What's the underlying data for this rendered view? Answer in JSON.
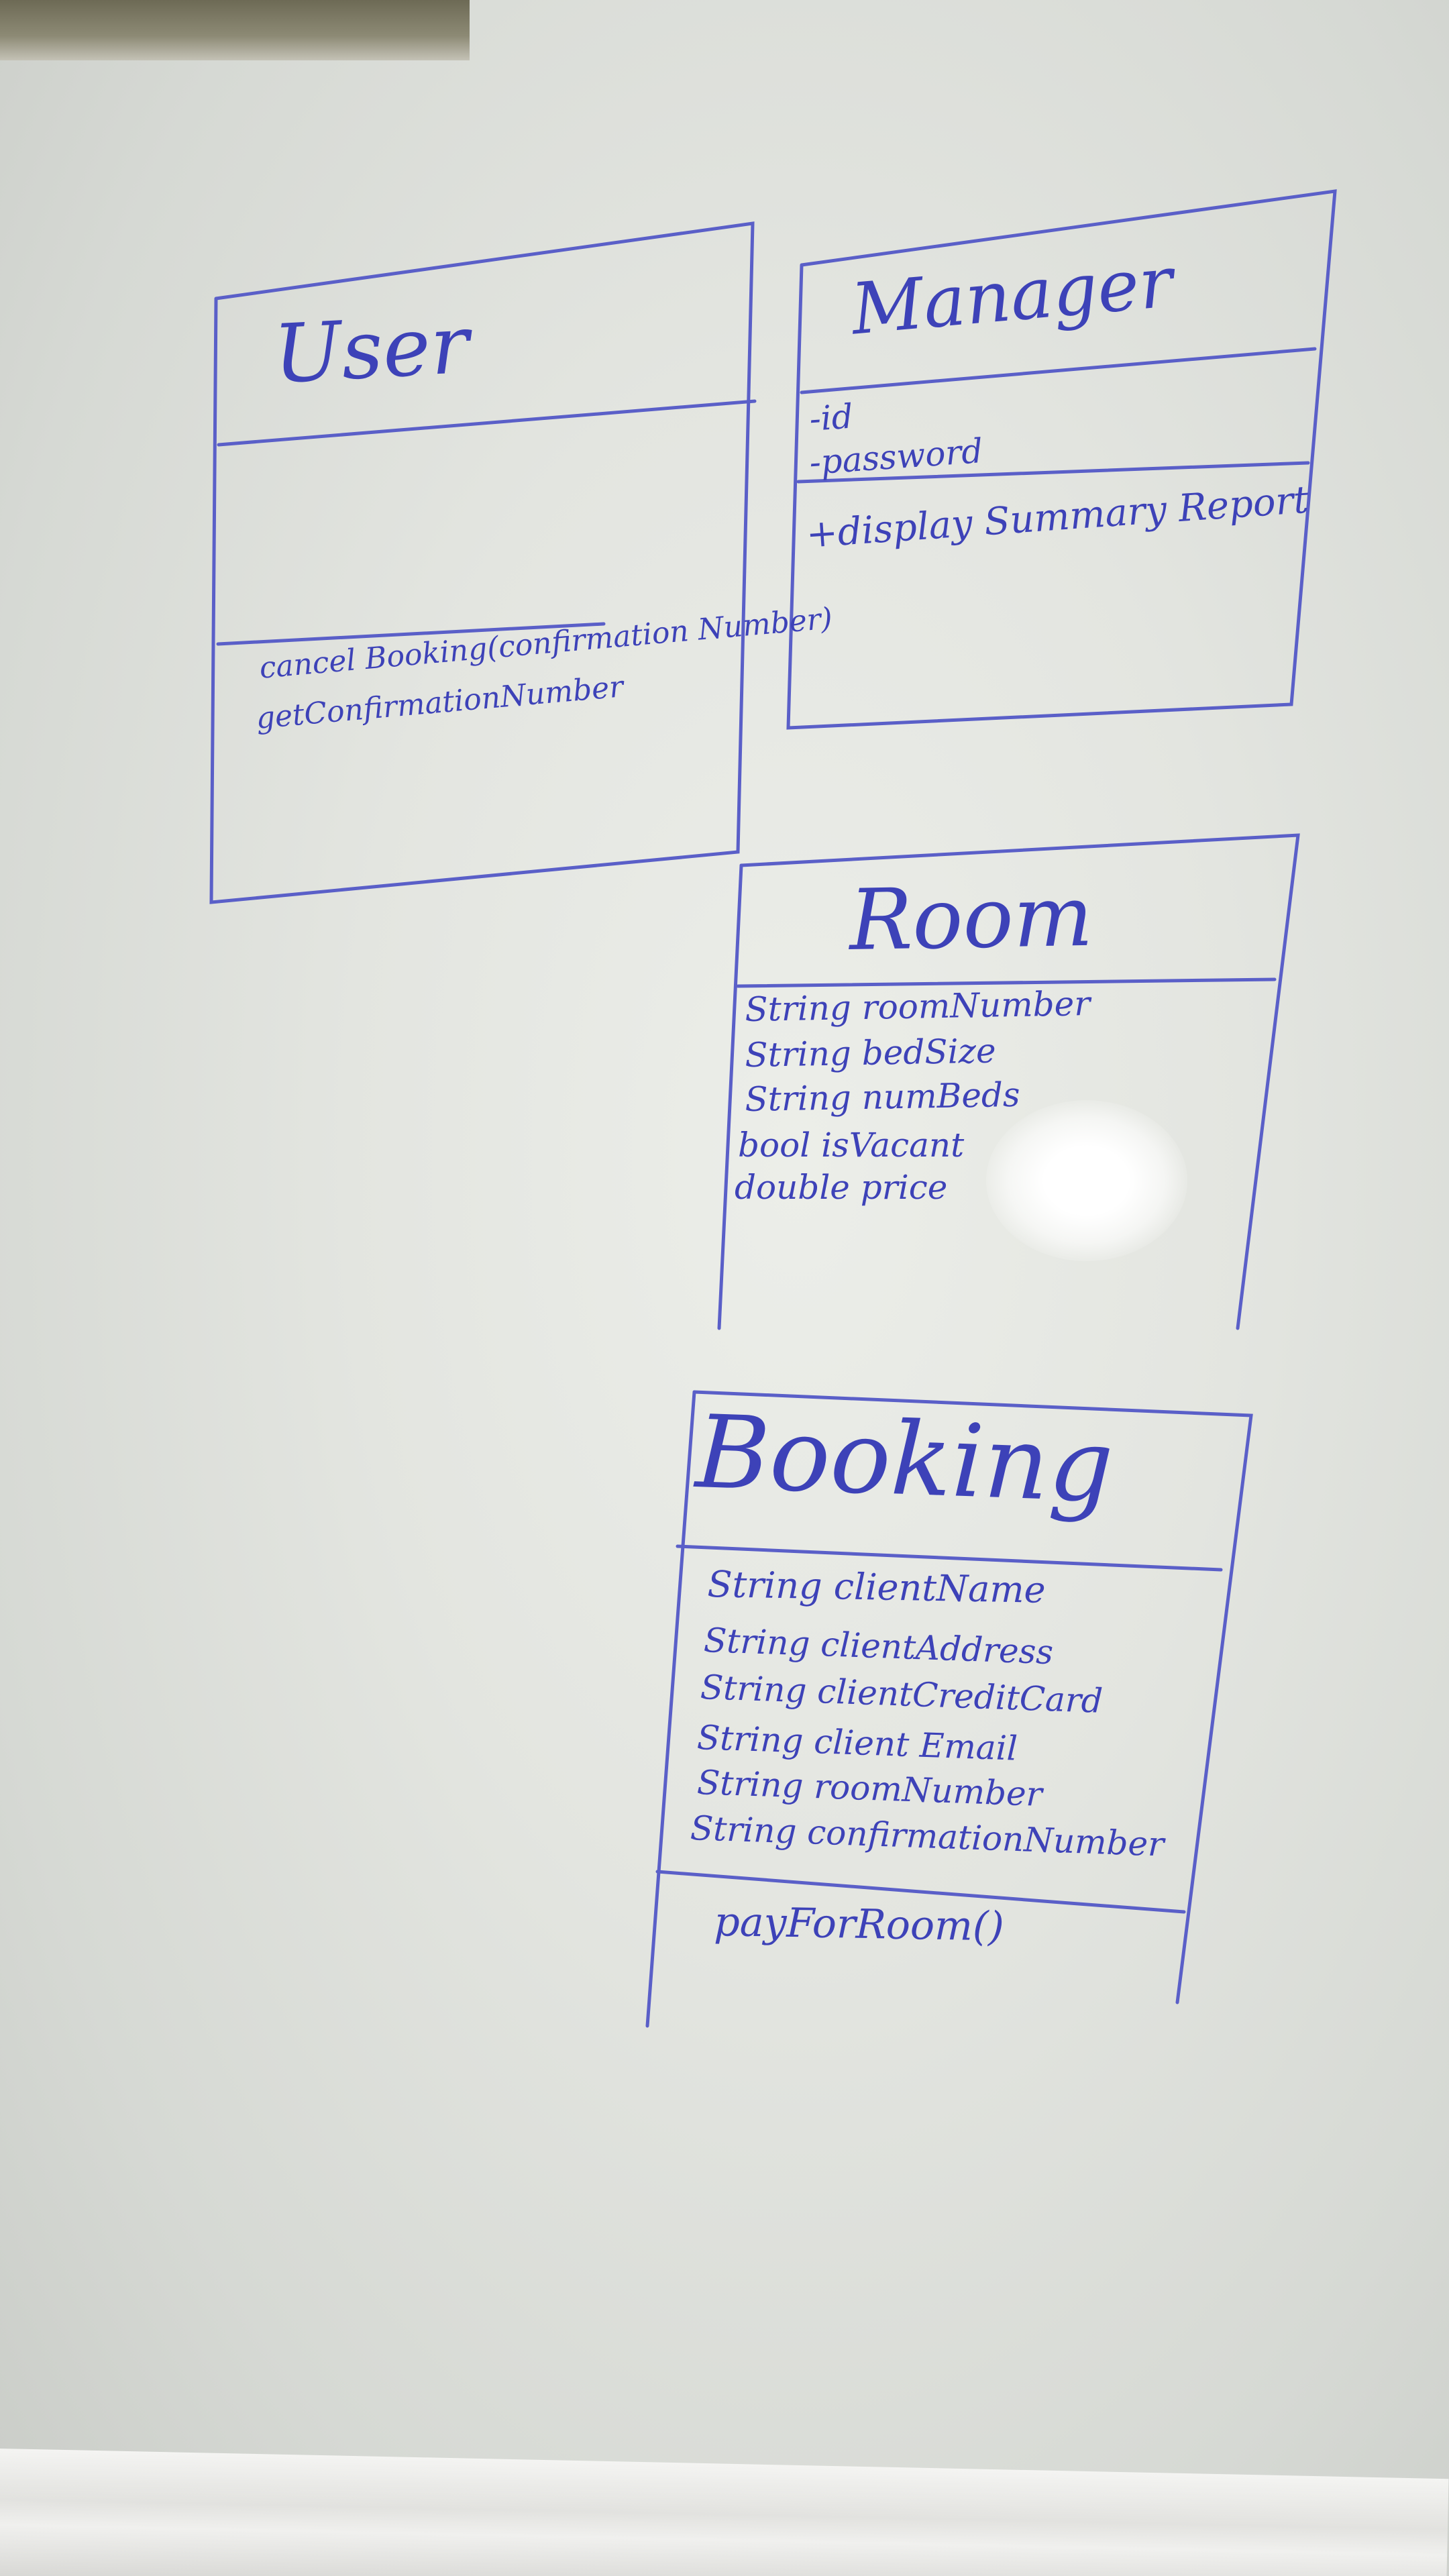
{
  "classes": {
    "user": {
      "name": "User",
      "methods": [
        "cancel Booking(confirmation Number)",
        "getConfirmationNumber"
      ]
    },
    "manager": {
      "name": "Manager",
      "attributes": [
        "-id",
        "-password"
      ],
      "methods": [
        "+display Summary Report"
      ]
    },
    "room": {
      "name": "Room",
      "attributes": [
        "String roomNumber",
        "String bedSize",
        "String numBeds",
        "bool isVacant",
        "double price"
      ]
    },
    "booking": {
      "name": "Booking",
      "attributes": [
        "String clientName",
        "String clientAddress",
        "String clientCreditCard",
        "String client Email",
        "String roomNumber",
        "String confirmationNumber"
      ],
      "methods": [
        "payForRoom()"
      ]
    }
  },
  "colors": {
    "marker": "#5a5fc8",
    "board": "#e6e8e3"
  }
}
